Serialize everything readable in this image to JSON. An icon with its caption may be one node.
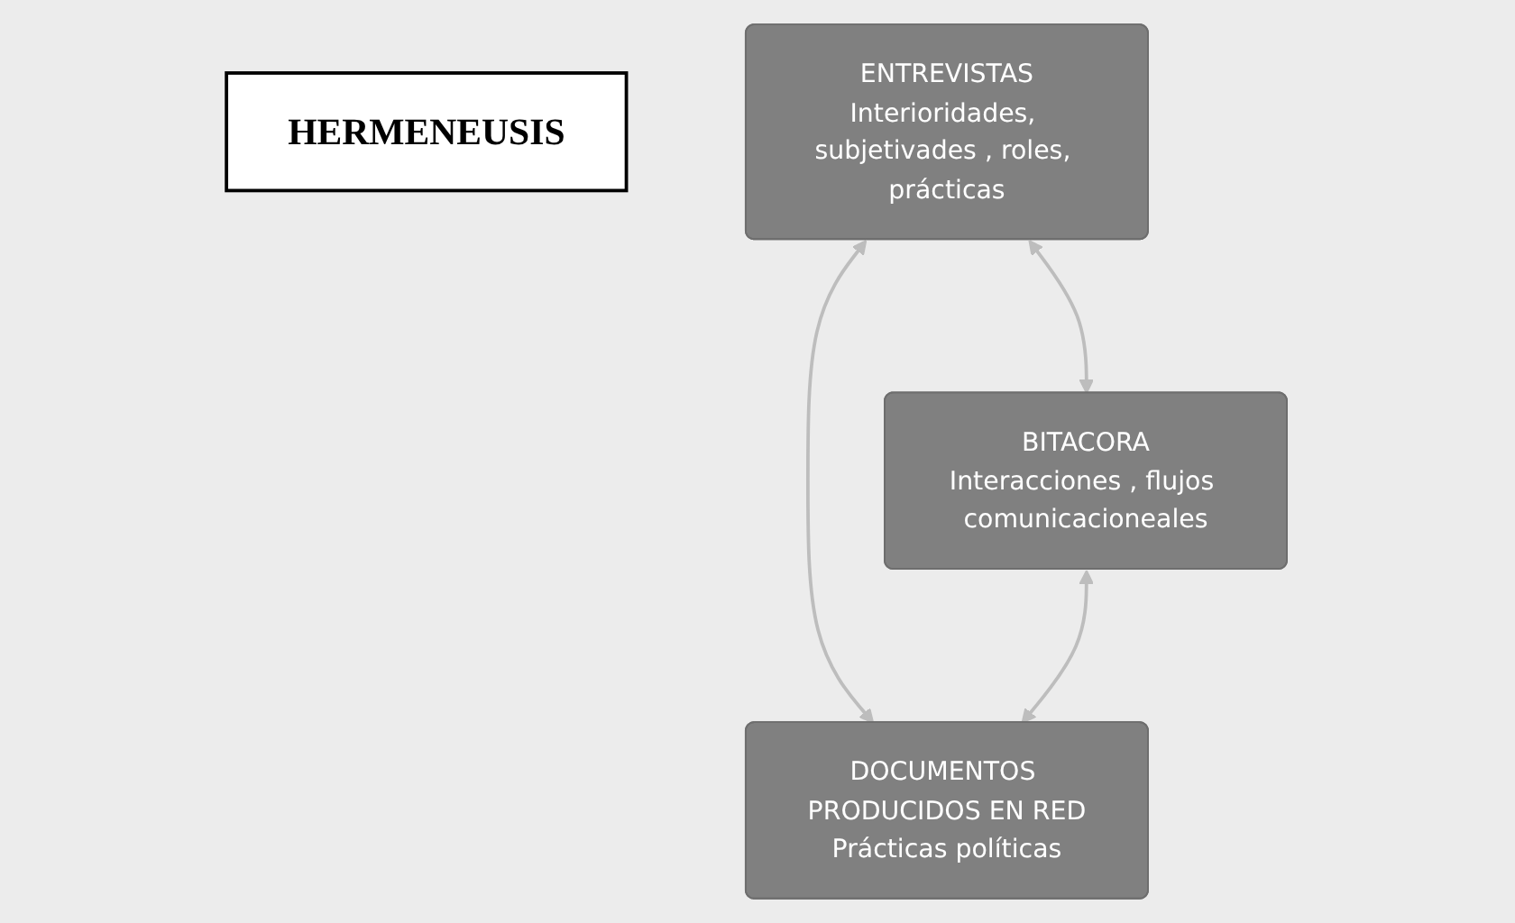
{
  "diagram": {
    "nodes": [
      {
        "text": [
          "HERMENEUSIS"
        ]
      },
      {
        "text": [
          "ENTREVISTAS",
          "Interioridades, subjetivades , roles, prácticas"
        ]
      },
      {
        "text": [
          "BITACORA",
          "Interacciones , flujos comunicacioneales"
        ]
      },
      {
        "text": [
          "DOCUMENTOS PRODUCIDOS EN RED",
          "Prácticas políticas"
        ]
      }
    ],
    "edges": [
      {
        "from": 1,
        "to": 2,
        "arrow": "both"
      },
      {
        "from": 1,
        "to": 3,
        "arrow": "both"
      },
      {
        "from": 2,
        "to": 3,
        "arrow": "both"
      }
    ]
  }
}
